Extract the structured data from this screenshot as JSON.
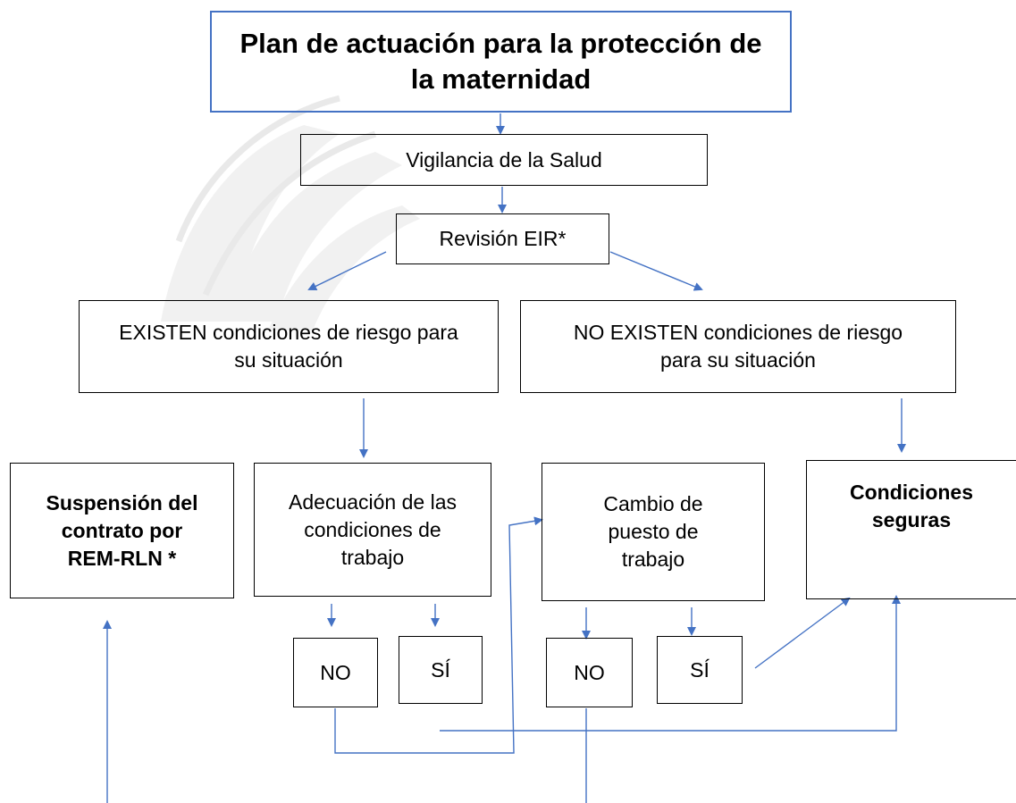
{
  "diagram": {
    "title": "Plan de actuación para la protección de la maternidad",
    "nodes": {
      "vigilancia": "Vigilancia de la Salud",
      "revision": "Revisión EIR*",
      "existen": "EXISTEN condiciones de riesgo para su situación",
      "no_existen": "NO EXISTEN condiciones de riesgo para su situación",
      "suspension": "Suspensión del contrato por REM-RLN *",
      "adecuacion": "Adecuación de las condiciones de trabajo",
      "cambio": "Cambio de puesto de trabajo",
      "condiciones_seguras": "Condiciones seguras",
      "adecuacion_no": "NO",
      "adecuacion_si": "SÍ",
      "cambio_no": "NO",
      "cambio_si": "SÍ"
    },
    "line_color": "#4472c4"
  }
}
